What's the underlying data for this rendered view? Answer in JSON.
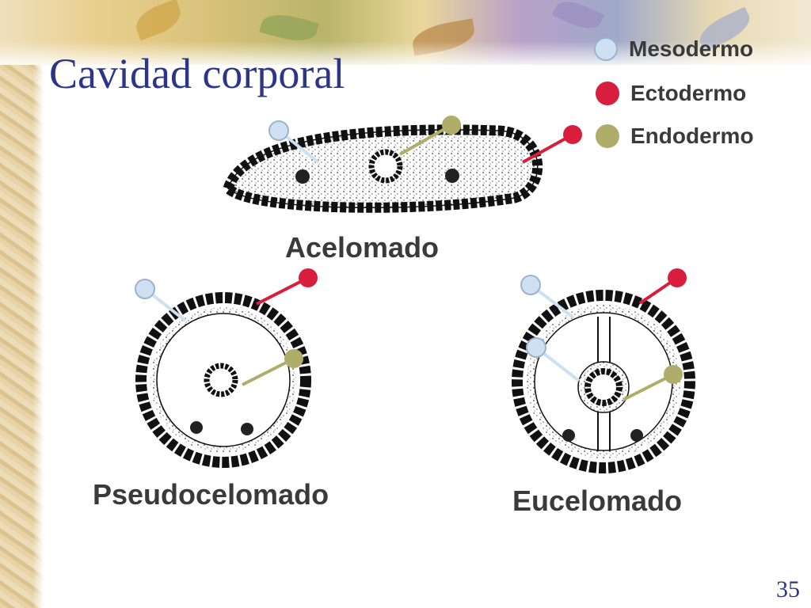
{
  "slide": {
    "title": "Cavidad corporal",
    "page_number": "35"
  },
  "legend": [
    {
      "label": "Mesodermo",
      "color": "#cfe0f3"
    },
    {
      "label": "Ectodermo",
      "color": "#d81e3c"
    },
    {
      "label": "Endodermo",
      "color": "#b0ad6a"
    }
  ],
  "diagrams": {
    "acelomado": {
      "label": "Acelomado"
    },
    "pseudocelomado": {
      "label": "Pseudocelomado"
    },
    "eucelomado": {
      "label": "Eucelomado"
    }
  },
  "colors": {
    "title": "#2b3686",
    "mesodermo": "#cfe0f3",
    "ectodermo": "#d81e3c",
    "endodermo": "#b0ad6a"
  }
}
